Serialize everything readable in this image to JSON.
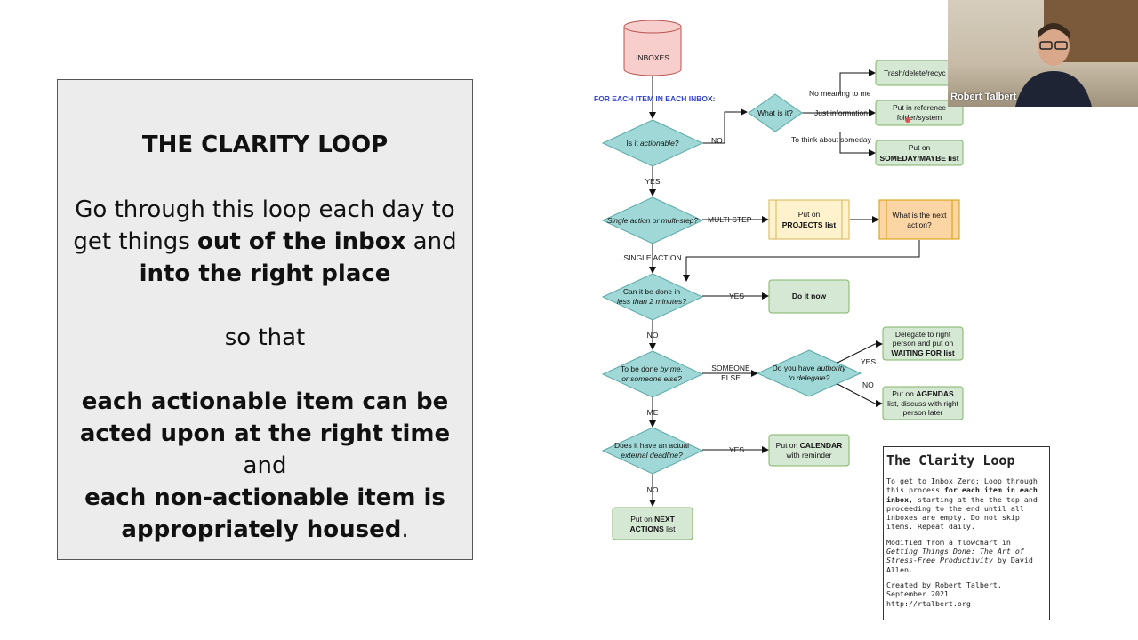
{
  "slide": {
    "title": "THE CLARITY LOOP",
    "para1": {
      "line1": "Go through this loop each day to",
      "line2_a": "get things ",
      "line2_b": "out of the inbox",
      "line2_c": " and",
      "line3": "into the right place"
    },
    "para2": "so that",
    "para3": {
      "line1": "each actionable item can be",
      "line2_a": "acted upon at the right time",
      "line2_b": " and",
      "line3": "each non-actionable item is",
      "line4_a": "appropriately housed",
      "line4_b": "."
    }
  },
  "flow": {
    "inboxes": "INBOXES",
    "header": "FOR EACH ITEM IN EACH INBOX:",
    "q_actionable_a": "Is it ",
    "q_actionable_b": "actionable?",
    "no1": "NO",
    "q_what": "What is it?",
    "lbl_no_meaning": "No meaning to me",
    "lbl_just_info": "Just information",
    "lbl_someday": "To think about someday",
    "trash": "Trash/delete/recyc",
    "reference_1": "Put in reference",
    "reference_2": "folder/system",
    "someday_1": "Put on",
    "someday_2": "SOMEDAY/MAYBE list",
    "yes1": "YES",
    "q_single": "Single action or multi-step?",
    "multi_step": "MULTI STEP",
    "projects_1": "Put on",
    "projects_2": "PROJECTS list",
    "next_action_1": "What is the next",
    "next_action_2": "action?",
    "single_action": "SINGLE ACTION",
    "q_two_min_1": "Can it be done in",
    "q_two_min_2": "less than 2 minutes?",
    "yes2": "YES",
    "do_it_now": "Do it now",
    "no2": "NO",
    "q_by_me_1a": "To be done ",
    "q_by_me_1b": "by me,",
    "q_by_me_2": "or someone else?",
    "someone_else_1": "SOMEONE",
    "someone_else_2": "ELSE",
    "q_authority_1a": "Do you have ",
    "q_authority_1b": "authority",
    "q_authority_2": "to delegate?",
    "yes3": "YES",
    "no3": "NO",
    "delegate_1": "Delegate to right",
    "delegate_2": "person and put on",
    "delegate_3": "WAITING FOR list",
    "agendas_1a": "Put on ",
    "agendas_1b": "AGENDAS",
    "agendas_2": "list, discuss with right",
    "agendas_3": "person later",
    "me": "ME",
    "q_deadline_1": "Does it have an actual",
    "q_deadline_2": "external deadline?",
    "yes4": "YES",
    "calendar_1a": "Put on ",
    "calendar_1b": "CALENDAR",
    "calendar_2": "with reminder",
    "no4": "NO",
    "next_actions_1a": "Put on ",
    "next_actions_1b": "NEXT",
    "next_actions_2a": "ACTIONS",
    "next_actions_2b": " list"
  },
  "clarity_box": {
    "title": "The Clarity Loop",
    "p1_a": "To get to Inbox Zero: Loop through this process ",
    "p1_b": "for each item in each inbox",
    "p1_c": ", starting at the the top and proceeding to the end until all inboxes are empty. Do not skip items. Repeat daily.",
    "p2_a": "Modified from a flowchart in ",
    "p2_b": "Getting Things Done: The Art of Stress-Free Productivity",
    "p2_c": " by David Allen.",
    "p3_1": "Created by Robert Talbert,",
    "p3_2": "September 2021",
    "p3_3": "http://rtalbert.org"
  },
  "video": {
    "name": "Robert Talbert"
  },
  "colors": {
    "decision": "#9fd8d6",
    "decision_stroke": "#5aa9a8",
    "action_green": "#d5e8d4",
    "action_green_stroke": "#82b366",
    "project_yellow": "#fff2cc",
    "project_stroke": "#d6b656",
    "next_orange": "#fcd5a5",
    "next_stroke": "#d79b00",
    "inbox_pink": "#f8cecc",
    "inbox_stroke": "#b85450"
  }
}
